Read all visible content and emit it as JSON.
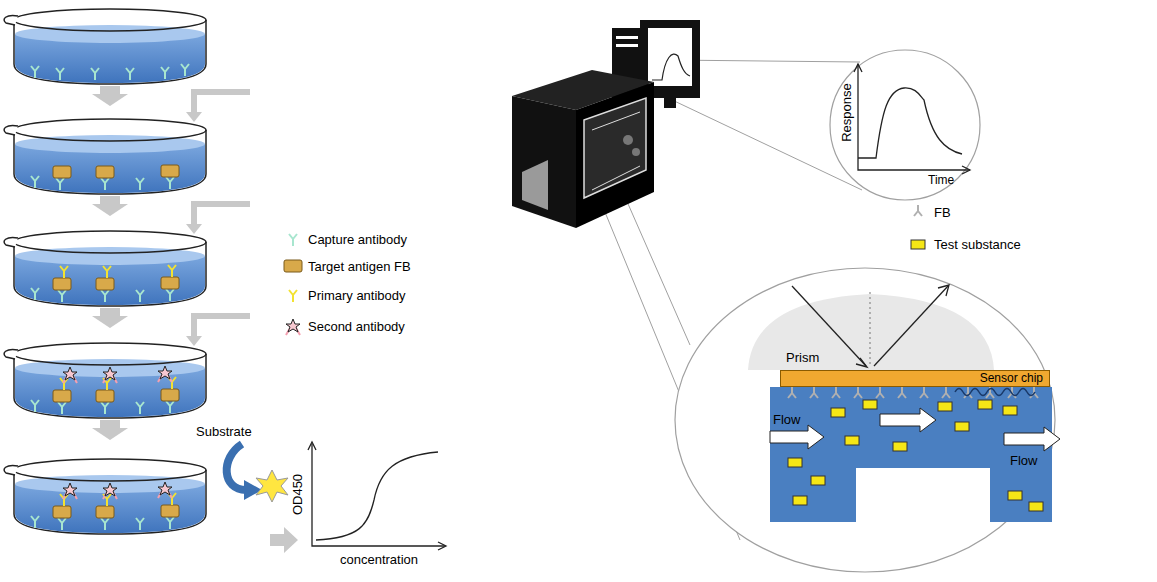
{
  "diagram": {
    "nodes": [
      {
        "text": [
          "Sensor chip"
        ]
      }
    ],
    "labels": [
      "Substrate",
      "OD450",
      "concentration",
      "Response",
      "Time",
      "Prism",
      "Flow",
      "Flow"
    ],
    "legend": [
      {
        "text": "Capture antibody"
      },
      {
        "text": "Target antigen FB"
      },
      {
        "text": "Primary antibody"
      },
      {
        "text": "Second antibody"
      },
      {
        "text": "FB"
      },
      {
        "text": "Test substance"
      }
    ]
  }
}
